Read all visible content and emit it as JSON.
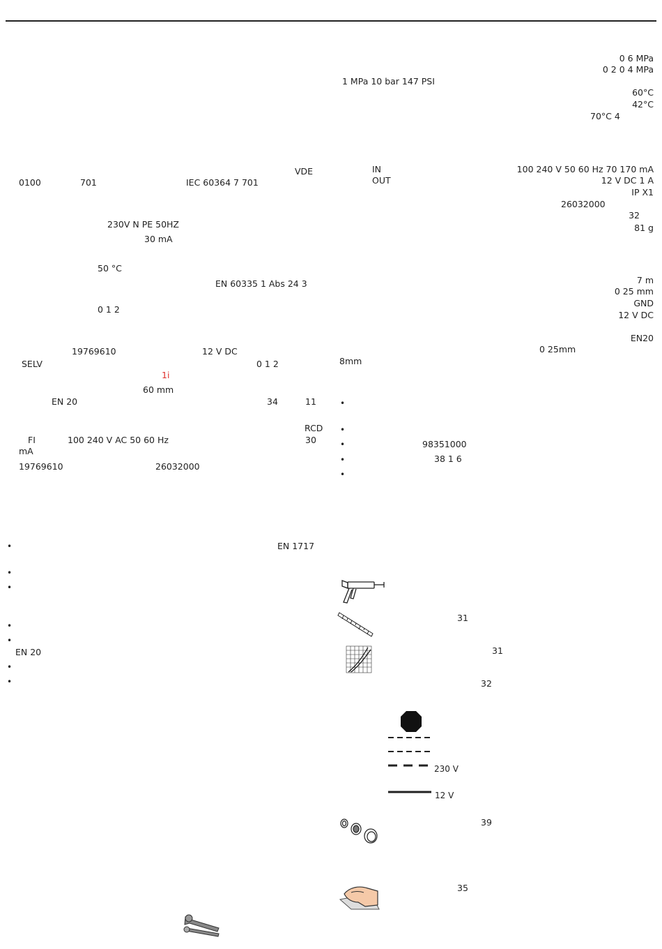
{
  "left": {
    "vde_a": "VDE",
    "vde_b": "0100",
    "vde_c": "701",
    "iec": "IEC 60364  7  701",
    "supply": "230V  N  PE  50HZ",
    "rcd_current": "30 mA",
    "temp": "50 °C",
    "norm": "EN 60335  1 Abs  24 3",
    "zones_a": "0    1    2",
    "art_no_a": "19769610",
    "voltage_dc": "12 V DC",
    "selv": "SELV",
    "zones_b": "0    1    2",
    "info_mark": "1i",
    "distance": "60 mm",
    "en20_a": "EN 20",
    "page_34": "34",
    "page_11": "11",
    "rcd": "RCD",
    "fi": "FI",
    "ac_range": "100    240 V AC 50    60 Hz",
    "rcd_30": "30",
    "ma": "mA",
    "art_no_b": "19769610",
    "art_no_c": "26032000",
    "en1717": "EN 1717",
    "en20_b": "EN 20"
  },
  "right": {
    "p_max": "0 6 MPa",
    "p_range": "0 2    0 4 MPa",
    "p_equiv": "1  MPa    10 bar    147  PSI",
    "t60": "60°C",
    "t42": "42°C",
    "t70": "70°C    4",
    "in_label": "IN",
    "in_value": "100    240 V    50    60 Hz    70    170 mA",
    "out_label": "OUT",
    "out_value": "12 V DC    1 A",
    "ip": "IP X1",
    "art_no": "26032000",
    "n32": "32",
    "weight": "81 g",
    "cable_len": "7 m",
    "cable_sec": "0 25 mm",
    "gnd": "GND",
    "v12": "12 V DC",
    "en20": "EN20",
    "sec_b": "0 25mm",
    "mm8": "8mm",
    "art_98": "98351000",
    "ref_38": "38      1     6",
    "ref_31a": "31",
    "ref_31b": "31",
    "ref_32": "32",
    "legend_230": "230 V",
    "legend_12": "12 V",
    "ref_39": "39",
    "ref_35": "35"
  }
}
